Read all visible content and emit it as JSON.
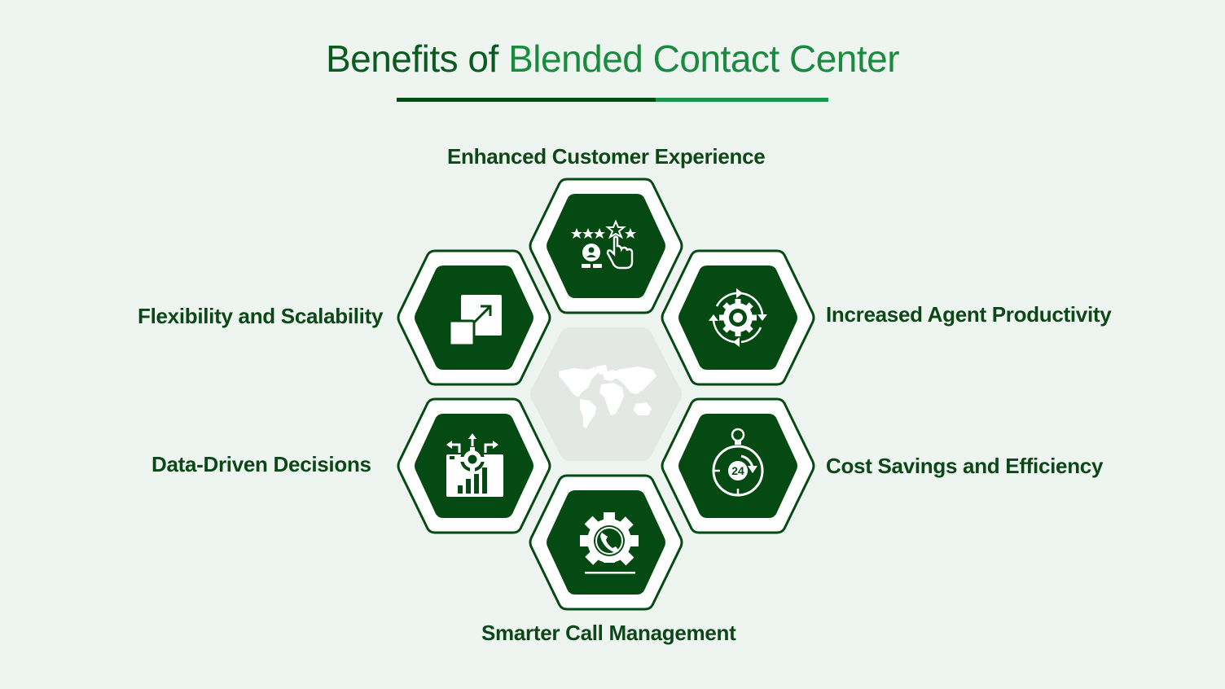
{
  "title": {
    "part1": "Benefits of ",
    "part2": "Blended Contact Center"
  },
  "colors": {
    "title_dark": "#0b5a1f",
    "title_light": "#1a8a3e",
    "hex_fill": "#044a12",
    "hex_ring": "#ffffff",
    "label_text": "#0b4717",
    "background": "#eef4f0",
    "center_hex": "#e4e8e5"
  },
  "center": {
    "icon": "world-map-icon"
  },
  "benefits": [
    {
      "label": "Enhanced Customer Experience",
      "icon": "rating-stars-click-icon",
      "position": "top"
    },
    {
      "label": "Increased Agent Productivity",
      "icon": "gear-cycle-icon",
      "position": "upper-right"
    },
    {
      "label": "Cost Savings and Efficiency",
      "icon": "stopwatch-24-icon",
      "position": "lower-right"
    },
    {
      "label": "Smarter Call Management",
      "icon": "gear-phone-icon",
      "position": "bottom"
    },
    {
      "label": "Data-Driven Decisions",
      "icon": "analytics-gear-icon",
      "position": "lower-left"
    },
    {
      "label": "Flexibility and Scalability",
      "icon": "scale-up-icon",
      "position": "upper-left"
    }
  ]
}
